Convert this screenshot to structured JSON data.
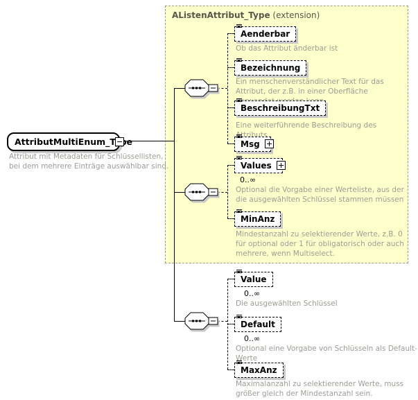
{
  "root": {
    "name": "AttributMultiEnum_Type",
    "annotation": "Attribut mit Metadaten für Schlüssellisten, bei dem mehrere Einträge auswählbar sind."
  },
  "extension": {
    "title": "AListenAttribut_Type",
    "suffix": "(extension)"
  },
  "groups": [
    {
      "compositor": "sequence",
      "elements": [
        {
          "name": "Aenderbar",
          "annotation": "Ob das Attribut änderbar ist"
        },
        {
          "name": "Bezeichnung",
          "annotation": "Ein menschenverständlicher Text für das Attribut, der z.B. in einer Oberfläche verwendet werden kann."
        },
        {
          "name": "BeschreibungTxt",
          "annotation": "Eine weiterführende Beschreibung des Attributs."
        },
        {
          "name": "Msg",
          "annotation": ""
        }
      ]
    },
    {
      "compositor": "sequence",
      "elements": [
        {
          "name": "Values",
          "cardinality": "0..∞",
          "annotation": "Optional die Vorgabe einer Werteliste, aus der die ausgewählten Schlüssel stammen müssen"
        },
        {
          "name": "MinAnz",
          "annotation": "Mindestanzahl zu selektierender Werte, z.B. 0 für optional oder 1 für obligatorisch oder auch mehrere, wenn Multiselect."
        }
      ]
    },
    {
      "compositor": "sequence",
      "elements": [
        {
          "name": "Value",
          "cardinality": "0..∞",
          "annotation": "Die ausgewählten Schlüssel"
        },
        {
          "name": "Default",
          "cardinality": "0..∞",
          "annotation": "Optional eine Vorgabe von Schlüsseln als Default-Werte"
        },
        {
          "name": "MaxAnz",
          "annotation": "Maximalanzahl zu selektierender Werte, muss größer gleich der Mindestanzahl sein."
        }
      ]
    }
  ],
  "colors": {
    "extension_background": "#ffffcc",
    "extension_border": "#9a9a90",
    "annotation_text": "#9c9c94",
    "shadow": "#c9c9c9",
    "line": "#000000"
  }
}
